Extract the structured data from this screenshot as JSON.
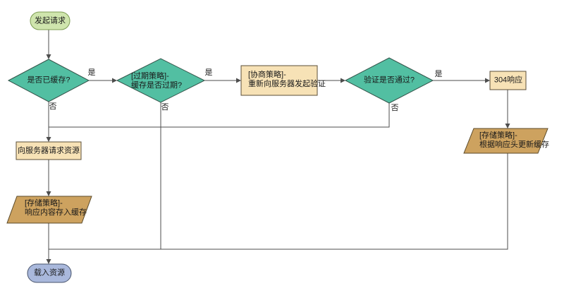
{
  "nodes": {
    "start": {
      "label": "发起请求"
    },
    "decision_cached": {
      "label": "是否已缓存?"
    },
    "decision_expired": {
      "line1": "[过期策略]-",
      "line2": "缓存是否过期?"
    },
    "process_revalidate": {
      "line1": "[协商策略]-",
      "line2": "重新向服务器发起验证"
    },
    "decision_pass": {
      "label": "验证是否通过?"
    },
    "process_304": {
      "label": "304响应"
    },
    "io_update_cache": {
      "line1": "[存储策略]-",
      "line2": "根据响应头更新缓存"
    },
    "process_request": {
      "label": "向服务器请求资源"
    },
    "io_store_cache": {
      "line1": "[存储策略]-",
      "line2": "响应内容存入缓存"
    },
    "end": {
      "label": "载入资源"
    }
  },
  "edge_labels": {
    "cached_yes": "是",
    "cached_no": "否",
    "expired_yes": "是",
    "expired_no": "否",
    "pass_yes": "是",
    "pass_no": "否"
  },
  "colors": {
    "background": "#ffffff",
    "line": "#4d4d4d",
    "label_text": "#1a1a1a",
    "decision_fill": "#52bfa2",
    "decision_stroke": "#34544a",
    "terminator_start_fill": "#cfe5ad",
    "terminator_start_stroke": "#7c9c52",
    "process_fill": "#f7e2b6",
    "process_stroke": "#5b4f38",
    "io_fill": "#cda25f",
    "io_stroke": "#5b4a2a",
    "terminator_end_fill": "#a9b8dc",
    "terminator_end_stroke": "#47536b"
  }
}
